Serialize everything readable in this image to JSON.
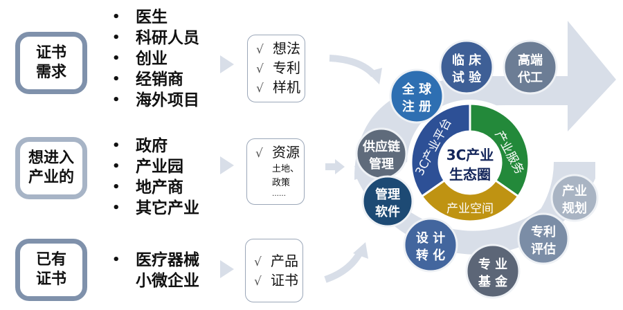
{
  "groups": [
    {
      "title_lines": [
        "证书",
        "需求"
      ],
      "items": [
        "医生",
        "科研人员",
        "创业",
        "经销商",
        "海外项目"
      ],
      "benefits": [
        {
          "mark": "√",
          "text": "想法"
        },
        {
          "mark": "√",
          "text": "专利"
        },
        {
          "mark": "√",
          "text": "样机"
        }
      ]
    },
    {
      "title_lines": [
        "想进入",
        "产业的"
      ],
      "items": [
        "政府",
        "产业园",
        "地产商",
        "其它产业"
      ],
      "benefits": [
        {
          "mark": "√",
          "text": "资源"
        }
      ],
      "benefit_sub": [
        "土地、",
        "政策",
        "……"
      ]
    },
    {
      "title_lines": [
        "已有",
        "证书"
      ],
      "items": [
        "医疗器械",
        "小微企业"
      ],
      "benefits": [
        {
          "mark": "√",
          "text": "产品"
        },
        {
          "mark": "√",
          "text": "证书"
        }
      ]
    }
  ],
  "ecosystem": {
    "center_lines": [
      "3C产业",
      "生态圈"
    ],
    "segments": [
      {
        "label": "3C产业平台",
        "color": "#2d5096"
      },
      {
        "label": "产业服务",
        "color": "#23893a"
      },
      {
        "label": "产业空间",
        "color": "#bf9312"
      }
    ],
    "services": [
      {
        "lines": [
          "供应链",
          "管理"
        ],
        "color": "#5f6b7b"
      },
      {
        "lines": [
          "全 球",
          "注 册"
        ],
        "color": "#2e6fb2"
      },
      {
        "lines": [
          "临 床",
          "试 验"
        ],
        "color": "#3e5f96"
      },
      {
        "lines": [
          "高端",
          "代工"
        ],
        "color": "#6c7d95"
      },
      {
        "lines": [
          "管理",
          "软件"
        ],
        "color": "#1d4a74"
      },
      {
        "lines": [
          "设 计",
          "转 化"
        ],
        "color": "#43669e"
      },
      {
        "lines": [
          "专 业",
          "基 金"
        ],
        "color": "#5c6677"
      },
      {
        "lines": [
          "专利",
          "评估"
        ],
        "color": "#7b8da6"
      },
      {
        "lines": [
          "产业",
          "规划"
        ],
        "color": "#a9b4c3"
      }
    ]
  },
  "colors": {
    "arrow": "#d8dee8",
    "box_border": "#7f91ab"
  }
}
